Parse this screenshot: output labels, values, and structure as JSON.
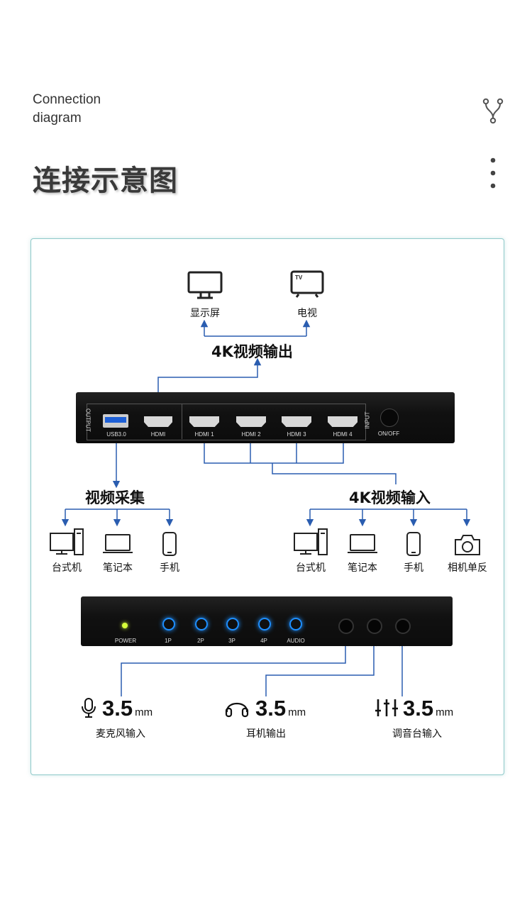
{
  "header": {
    "en_title": "Connection\ndiagram",
    "cn_title": "连接示意图",
    "icons": [
      "fork-icon",
      "more-vertical-icon"
    ]
  },
  "colors": {
    "line": "#2a5db0",
    "panel_border": "#8ec9c9",
    "led_blue": "#1e8fff",
    "led_power": "#d6ff3a"
  },
  "outputs": {
    "group_label": "4K视频输出",
    "items": [
      {
        "label": "显示屏",
        "icon": "monitor-icon"
      },
      {
        "label": "电视",
        "icon": "tv-icon",
        "icon_text": "TV"
      }
    ]
  },
  "switcher": {
    "output_side": "OUTPUT",
    "input_side": "INPUT",
    "ports": [
      "USB3.0",
      "HDMI",
      "HDMI 1",
      "HDMI 2",
      "HDMI 3",
      "HDMI 4"
    ],
    "power_button": "ON/OFF"
  },
  "capture": {
    "group_label": "视频采集",
    "items": [
      {
        "label": "台式机",
        "icon": "desktop-icon"
      },
      {
        "label": "笔记本",
        "icon": "laptop-icon"
      },
      {
        "label": "手机",
        "icon": "phone-icon"
      }
    ]
  },
  "inputs": {
    "group_label": "4K视频输入",
    "items": [
      {
        "label": "台式机",
        "icon": "desktop-icon"
      },
      {
        "label": "笔记本",
        "icon": "laptop-icon"
      },
      {
        "label": "手机",
        "icon": "phone-icon"
      },
      {
        "label": "相机单反",
        "icon": "camera-icon"
      }
    ]
  },
  "front_panel": {
    "power": "POWER",
    "buttons": [
      "1P",
      "2P",
      "3P",
      "4P",
      "AUDIO"
    ]
  },
  "audio": [
    {
      "value": "3.5",
      "unit": "mm",
      "label": "麦克风输入",
      "icon": "microphone-icon"
    },
    {
      "value": "3.5",
      "unit": "mm",
      "label": "耳机输出",
      "icon": "headphones-icon"
    },
    {
      "value": "3.5",
      "unit": "mm",
      "label": "调音台输入",
      "icon": "mixer-icon"
    }
  ]
}
